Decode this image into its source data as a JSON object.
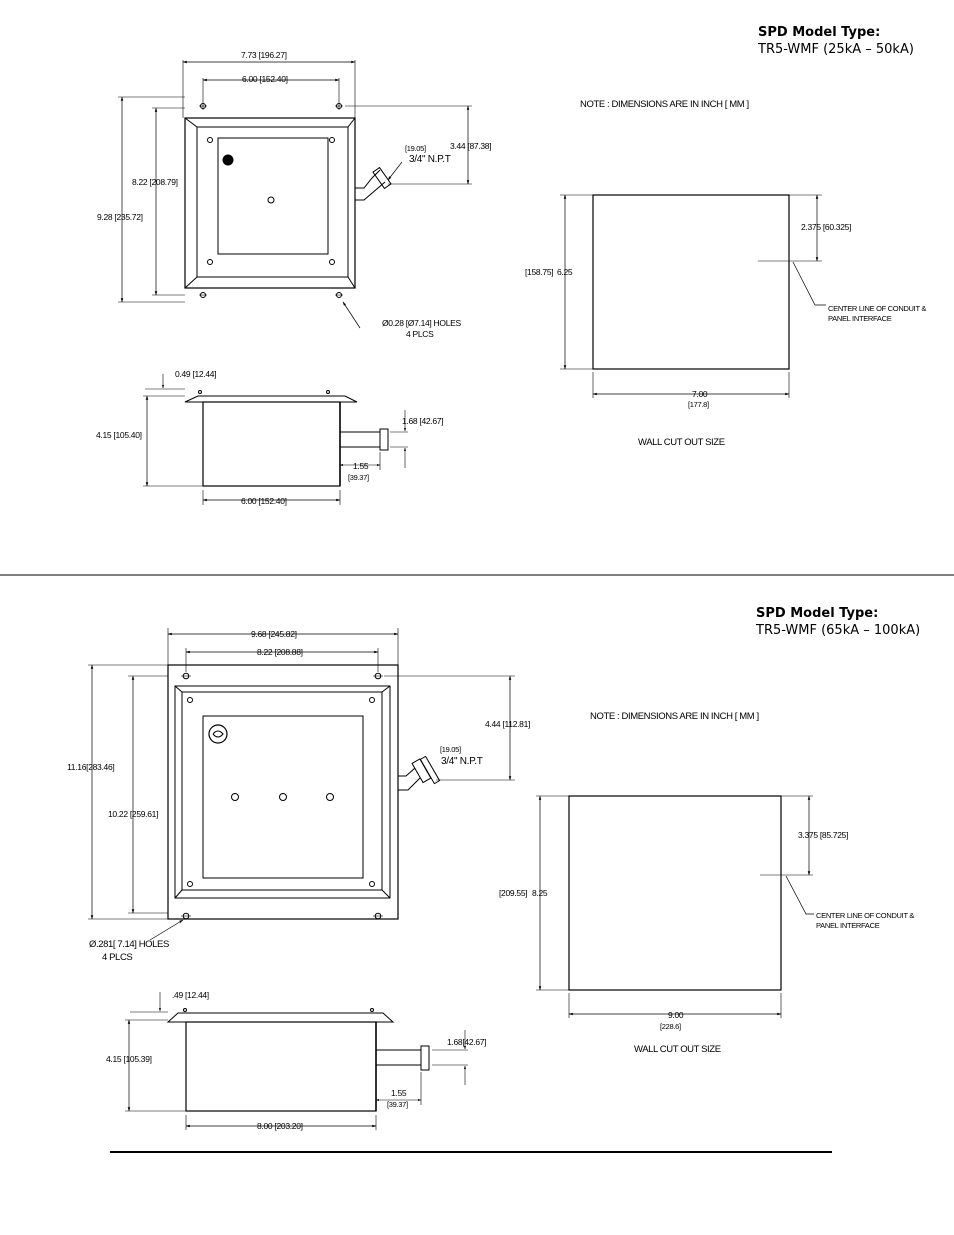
{
  "section1": {
    "model_heading": "SPD Model Type:",
    "model_value": "TR5-WMF (25kA – 50kA)",
    "note": "NOTE : DIMENSIONS ARE IN INCH [ MM ]",
    "front": {
      "overall_width": "7.73 [196.27]",
      "hole_spacing_width": "6.00 [152.40]",
      "conduit_offset": "3.44 [87.38]",
      "conduit_mm": "[19.05]",
      "conduit_size": "3/4\" N.P.T",
      "inner_height": "8.22 [208.79]",
      "overall_height": "9.28 [235.72]",
      "holes_line1": "Ø0.28 [Ø7.14] HOLES",
      "holes_line2": "4 PLCS"
    },
    "side": {
      "flange": "0.49 [12.44]",
      "depth": "4.15 [105.40]",
      "conduit_height": "1.68 [42.67]",
      "conduit_length": "1.55",
      "conduit_length_mm": "[39.37]",
      "box_width": "6.00 [152.40]"
    },
    "cutout": {
      "height_mm": "[158.75]",
      "height": "6.25",
      "centerline_offset": "2.375 [60.325]",
      "centerline_line1": "CENTER LINE OF CONDUIT &",
      "centerline_line2": "PANEL INTERFACE",
      "width": "7.00",
      "width_mm": "[177.8]",
      "caption": "WALL CUT OUT SIZE"
    }
  },
  "section2": {
    "model_heading": "SPD Model Type:",
    "model_value": "TR5-WMF (65kA – 100kA)",
    "note": "NOTE : DIMENSIONS ARE IN INCH [ MM ]",
    "front": {
      "overall_width": "9.68 [245.82]",
      "hole_spacing_width": "8.22 [208.88]",
      "conduit_offset": "4.44 [112.81]",
      "conduit_mm": "[19.05]",
      "conduit_size": "3/4\" N.P.T",
      "overall_height": "11.16[283.46]",
      "inner_height": "10.22 [259.61]",
      "holes_line1": "Ø.281[ 7.14] HOLES",
      "holes_line2": "4 PLCS"
    },
    "side": {
      "flange": ".49 [12.44]",
      "depth": "4.15 [105.39]",
      "conduit_height": "1.68[42.67]",
      "conduit_length": "1.55",
      "conduit_length_mm": "[39.37]",
      "box_width": "8.00 [203.20]"
    },
    "cutout": {
      "height_mm": "[209.55]",
      "height": "8.25",
      "centerline_offset": "3.375  [85.725]",
      "centerline_line1": "CENTER LINE OF CONDUIT &",
      "centerline_line2": "PANEL INTERFACE",
      "width": "9.00",
      "width_mm": "[228.6]",
      "caption": "WALL CUT OUT SIZE"
    }
  }
}
